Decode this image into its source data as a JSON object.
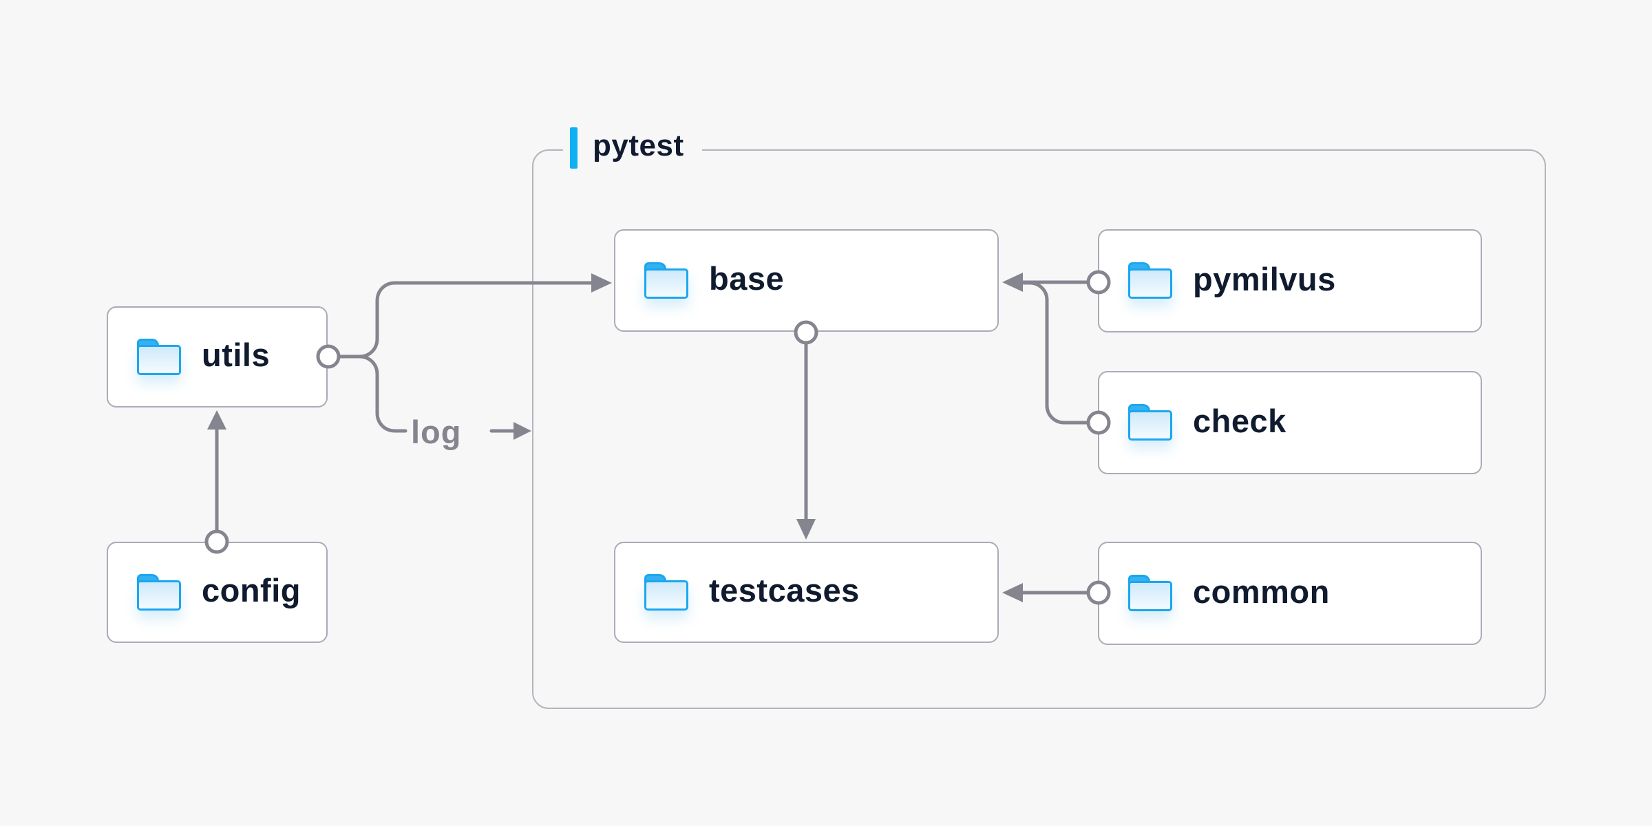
{
  "diagram": {
    "colors": {
      "background": "#f7f7f8",
      "node_fill": "#ffffff",
      "node_border": "#a9abb5",
      "container_border": "#b3b4bd",
      "line": "#84858f",
      "text": "#101b2f",
      "accent": "#10b1f3",
      "folder_blue": "#1aa7ef",
      "folder_tab": "#35b2f1"
    },
    "container": {
      "label": "pytest"
    },
    "log_label": "log",
    "nodes": [
      {
        "id": "utils",
        "label": "utils"
      },
      {
        "id": "config",
        "label": "config"
      },
      {
        "id": "base",
        "label": "base"
      },
      {
        "id": "pymilvus",
        "label": "pymilvus"
      },
      {
        "id": "check",
        "label": "check"
      },
      {
        "id": "testcases",
        "label": "testcases"
      },
      {
        "id": "common",
        "label": "common"
      }
    ],
    "edges": [
      {
        "from": "utils",
        "to": "base"
      },
      {
        "from": "utils",
        "to": "log",
        "label": "log"
      },
      {
        "from": "config",
        "to": "utils"
      },
      {
        "from": "pymilvus",
        "to": "base"
      },
      {
        "from": "check",
        "to": "base"
      },
      {
        "from": "base",
        "to": "testcases"
      },
      {
        "from": "common",
        "to": "testcases"
      }
    ]
  }
}
